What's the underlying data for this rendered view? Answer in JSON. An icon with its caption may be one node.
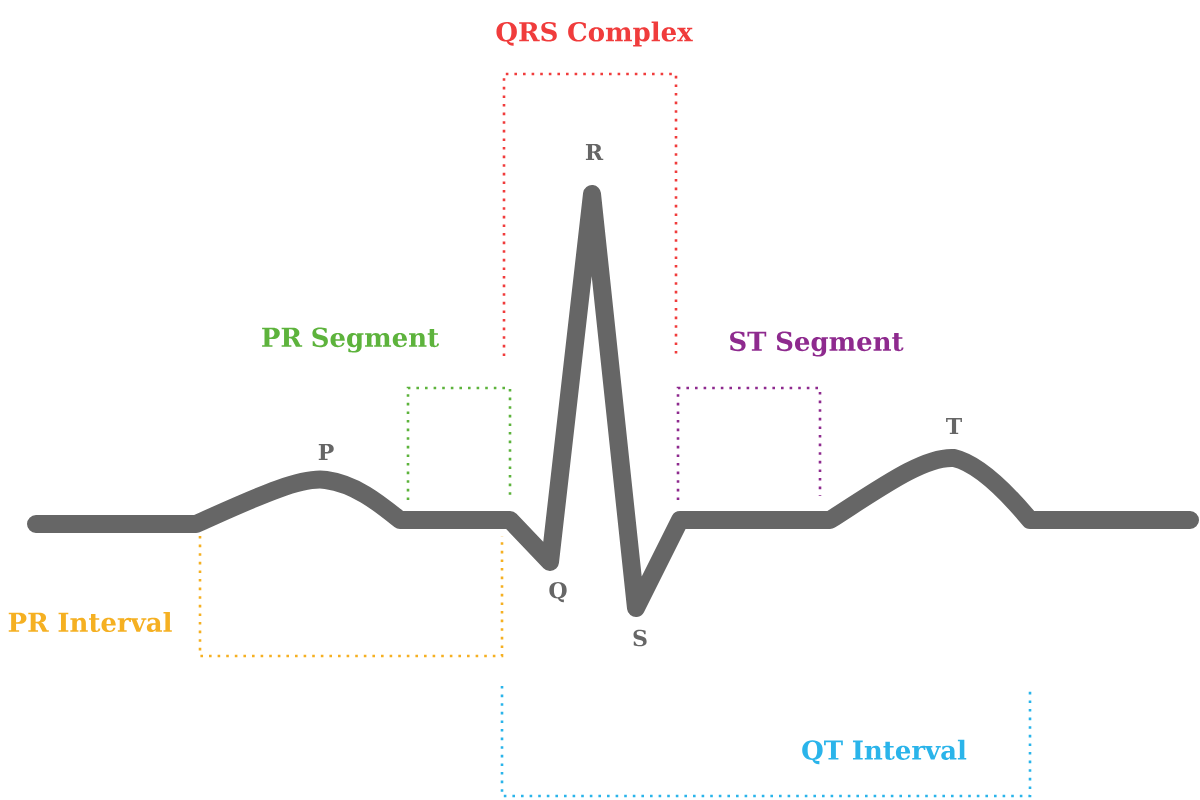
{
  "diagram": {
    "labels": [
      "QRS Complex",
      "R",
      "PR Segment",
      "ST Segment",
      "P",
      "T",
      "Q",
      "PR Interval",
      "S",
      "QT Interval"
    ]
  }
}
